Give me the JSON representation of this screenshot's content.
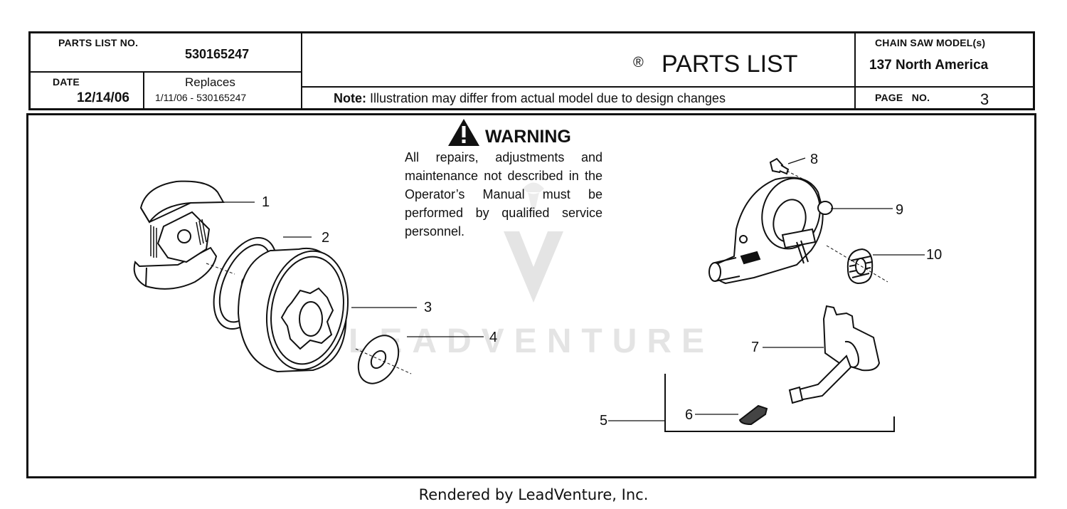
{
  "header": {
    "parts_list_no_label": "PARTS LIST NO.",
    "parts_list_no_value": "530165247",
    "date_label": "DATE",
    "date_value": "12/14/06",
    "replaces_label": "Replaces",
    "replaces_value": "1/11/06 - 530165247",
    "registered_mark": "®",
    "title": "PARTS LIST",
    "note_label": "Note:",
    "note_text": " Illustration may differ from actual model due to design changes",
    "model_label": "CHAIN SAW MODEL(s)",
    "model_value": "137 North America",
    "page_label": "PAGE   NO.",
    "page_value": "3"
  },
  "warning": {
    "heading": "WARNING",
    "body": "All repairs, adjustments and maintenance not described in the Operator’s Manual must be performed by qualified service personnel."
  },
  "watermark": {
    "text": "LEADVENTURE"
  },
  "callouts": [
    "1",
    "2",
    "3",
    "4",
    "5",
    "6",
    "7",
    "8",
    "9",
    "10"
  ],
  "footer": {
    "text": "Rendered by LeadVenture, Inc."
  },
  "colors": {
    "ink": "#111111",
    "watermark": "#e4e4e4",
    "background": "#ffffff"
  }
}
